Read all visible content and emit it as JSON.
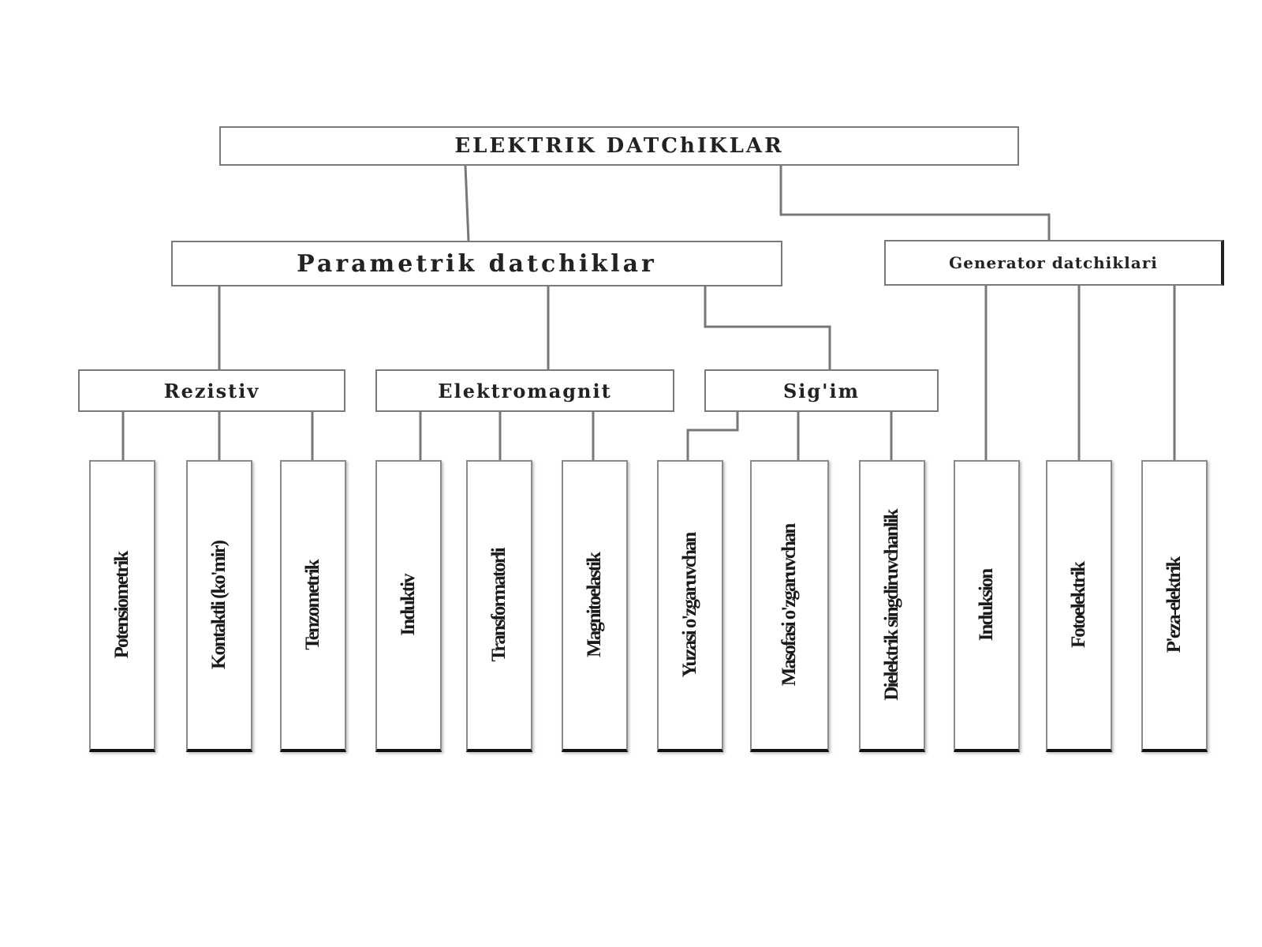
{
  "root": {
    "label": "ELEKTRIK  DATChIKLAR"
  },
  "parametric": {
    "label": "Parametrik  datchiklar"
  },
  "generator": {
    "label": "Generator datchiklari"
  },
  "resistive": {
    "label": "Rezistiv"
  },
  "electromagnetic": {
    "label": "Elektromagnit"
  },
  "capacitive": {
    "label": "Sig'im"
  },
  "leaves": [
    {
      "label": "Potensiometrik"
    },
    {
      "label": "Kontaktli (ko'mir)"
    },
    {
      "label": "Tenzometrik"
    },
    {
      "label": "Induktiv"
    },
    {
      "label": "Transformatorli"
    },
    {
      "label": "Magnitoelastik"
    },
    {
      "label": "Yuzasi o'zgaruvchan"
    },
    {
      "label": "Masofasi o'zgaruvchan"
    },
    {
      "label": "Dielektrik singdiruvchanlik"
    },
    {
      "label": "Induksion"
    },
    {
      "label": "Fotoelektrik"
    },
    {
      "label": "P'eza-elektrik"
    }
  ]
}
